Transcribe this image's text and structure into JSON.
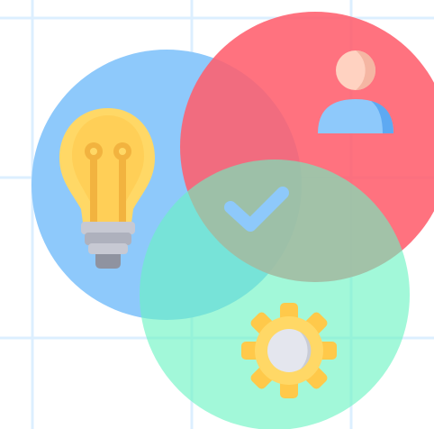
{
  "illustration": {
    "kind": "venn-diagram",
    "circles": [
      {
        "id": "idea",
        "color": "#8ec9fb",
        "icon": "lightbulb-icon"
      },
      {
        "id": "people",
        "color": "#ff5f6d",
        "icon": "user-icon"
      },
      {
        "id": "process",
        "color": "#69f4c1",
        "icon": "gear-icon"
      }
    ],
    "center_icon": "checkmark-icon",
    "grid_color": "#dcefff",
    "background": "#ffffff"
  }
}
